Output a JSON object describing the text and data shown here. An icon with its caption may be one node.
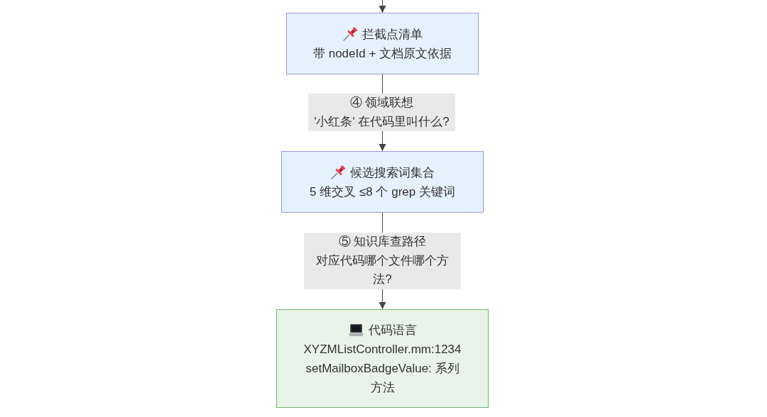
{
  "diagram": {
    "nodes": [
      {
        "text": [
          "拦截点清单",
          "带 nodeId + 文档原文依据"
        ]
      },
      {
        "text": [
          "候选搜索词集合",
          "5 维交叉 ≤8 个 grep 关键词"
        ]
      },
      {
        "text": [
          "代码语言",
          "XYZMListController.mm:1234",
          "setMailboxBadgeValue: 系列方法"
        ]
      }
    ],
    "edges": [
      {
        "from": null,
        "to": 0,
        "arrow": "to"
      },
      {
        "from": 0,
        "to": 1,
        "arrow": "to",
        "label": "④ 领域联想 '小红条' 在代码里叫什么?"
      },
      {
        "from": 1,
        "to": 2,
        "arrow": "to",
        "label": "⑤ 知识库查路径对应代码哪个文件哪个方法?"
      }
    ]
  }
}
